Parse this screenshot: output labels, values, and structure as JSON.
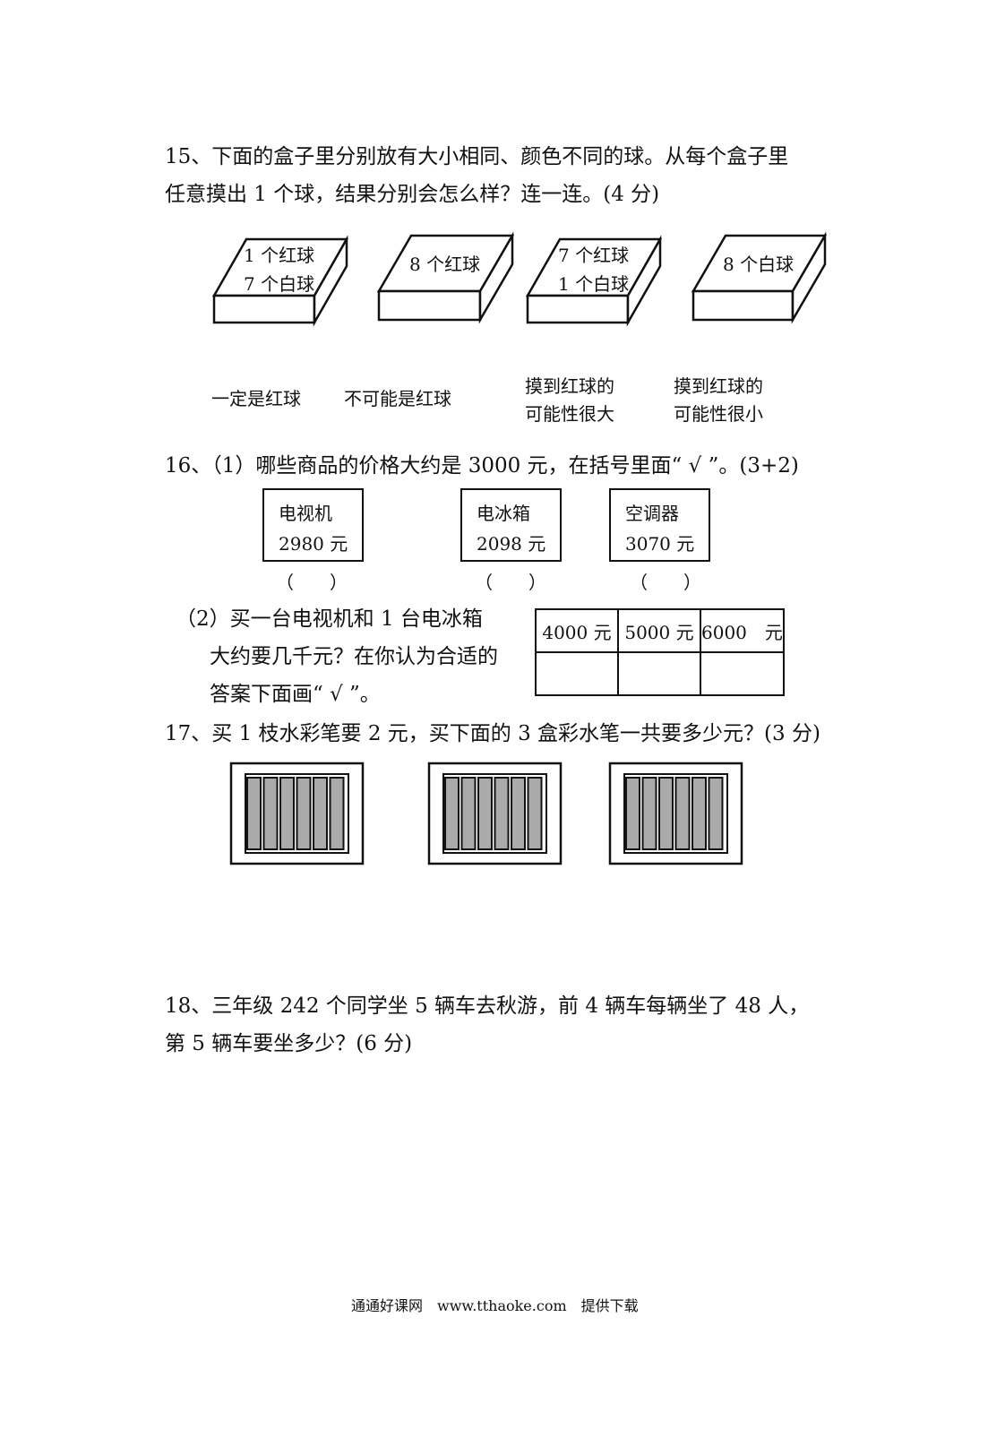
{
  "q15": {
    "line1": "15、下面的盒子里分别放有大小相同、颜色不同的球。从每个盒子里",
    "line2": "任意摸出 1 个球，结果分别会怎么样？连一连。(4 分)",
    "boxes": [
      {
        "line1": "1 个红球",
        "line2": "7 个白球"
      },
      {
        "line1": "8 个红球",
        "line2": ""
      },
      {
        "line1": "7 个红球",
        "line2": "1 个白球"
      },
      {
        "line1": "8 个白球",
        "line2": ""
      }
    ],
    "options": [
      {
        "line1": "一定是红球",
        "line2": ""
      },
      {
        "line1": "不可能是红球",
        "line2": ""
      },
      {
        "line1": "摸到红球的",
        "line2": "可能性很大"
      },
      {
        "line1": "摸到红球的",
        "line2": "可能性很小"
      }
    ]
  },
  "q16": {
    "line1": "16、（1）哪些商品的价格大约是 3000 元，在括号里面“ √ ”。(3+2)",
    "products": [
      {
        "name": "电视机",
        "price": "2980 元",
        "paren": "（　　）"
      },
      {
        "name": "电冰箱",
        "price": "2098 元",
        "paren": "（　　）"
      },
      {
        "name": "空调器",
        "price": "3070 元",
        "paren": "（　　）"
      }
    ],
    "part2_line1": "（2）买一台电视机和 1 台电冰箱",
    "part2_line2": "大约要几千元？在你认为合适的",
    "part2_line3": "答案下面画“ √ ”。",
    "answers": [
      "4000 元",
      "5000 元",
      "6000　元"
    ]
  },
  "q17": {
    "line1": "17、买 1 枝水彩笔要 2 元，买下面的 3 盒彩水笔一共要多少元？(3 分)",
    "box_count": 3,
    "pens_per_box": 6
  },
  "q18": {
    "line1": "18、三年级 242 个同学坐 5 辆车去秋游，前 4 辆车每辆坐了 48 人，",
    "line2": "第 5 辆车要坐多少？(6 分)"
  },
  "footer": "通通好课网　www.tthaoke.com　提供下载"
}
